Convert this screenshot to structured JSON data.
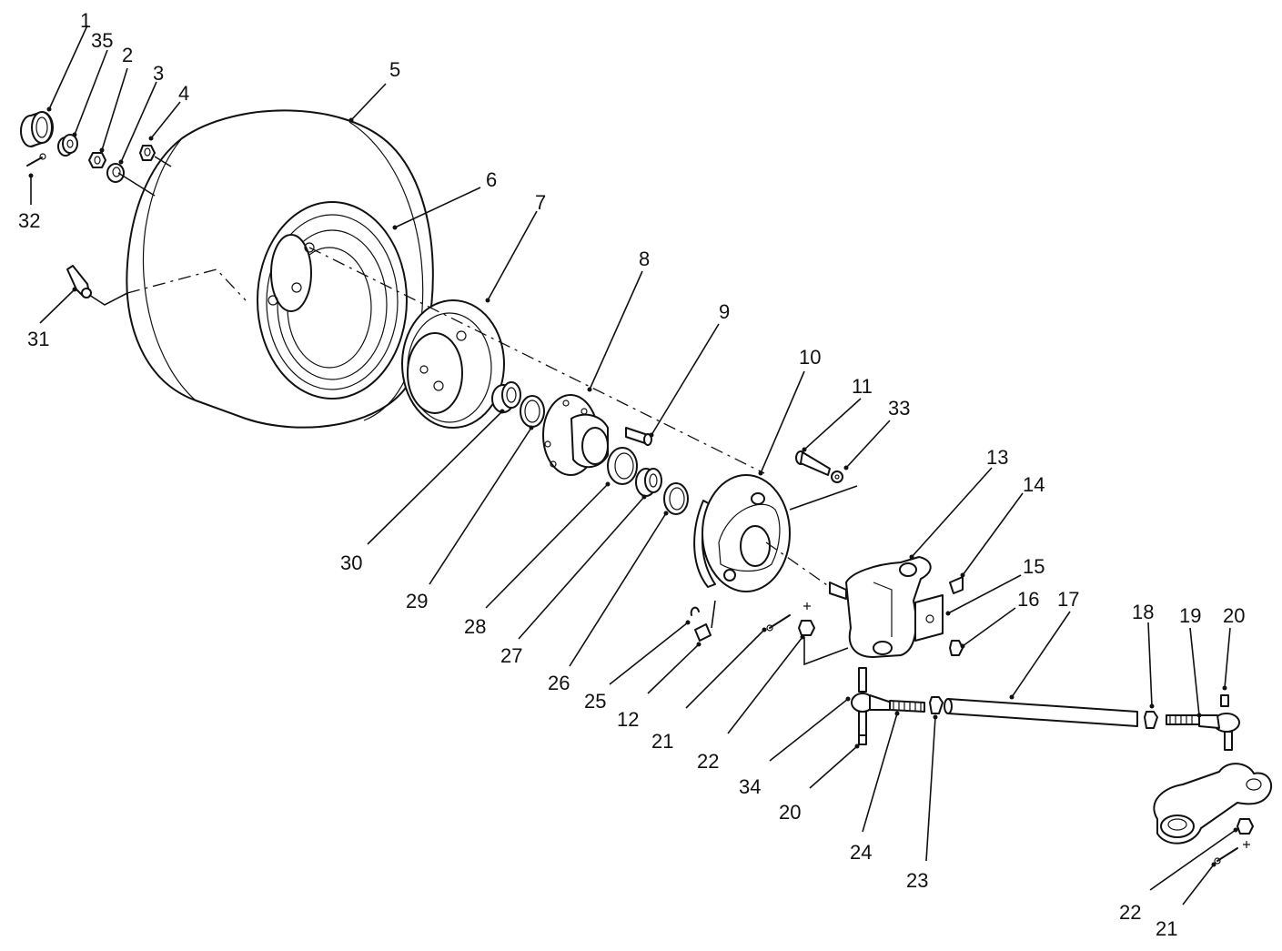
{
  "callouts": [
    {
      "id": "c1",
      "label": "1"
    },
    {
      "id": "c35",
      "label": "35"
    },
    {
      "id": "c2",
      "label": "2"
    },
    {
      "id": "c3",
      "label": "3"
    },
    {
      "id": "c4",
      "label": "4"
    },
    {
      "id": "c5",
      "label": "5"
    },
    {
      "id": "c32",
      "label": "32"
    },
    {
      "id": "c6",
      "label": "6"
    },
    {
      "id": "c7",
      "label": "7"
    },
    {
      "id": "c31",
      "label": "31"
    },
    {
      "id": "c8",
      "label": "8"
    },
    {
      "id": "c9",
      "label": "9"
    },
    {
      "id": "c10",
      "label": "10"
    },
    {
      "id": "c11",
      "label": "11"
    },
    {
      "id": "c33",
      "label": "33"
    },
    {
      "id": "c13",
      "label": "13"
    },
    {
      "id": "c14",
      "label": "14"
    },
    {
      "id": "c15",
      "label": "15"
    },
    {
      "id": "c16",
      "label": "16"
    },
    {
      "id": "c17",
      "label": "17"
    },
    {
      "id": "c18",
      "label": "18"
    },
    {
      "id": "c19",
      "label": "19"
    },
    {
      "id": "c20a",
      "label": "20"
    },
    {
      "id": "c30",
      "label": "30"
    },
    {
      "id": "c29",
      "label": "29"
    },
    {
      "id": "c28",
      "label": "28"
    },
    {
      "id": "c27",
      "label": "27"
    },
    {
      "id": "c26",
      "label": "26"
    },
    {
      "id": "c25",
      "label": "25"
    },
    {
      "id": "c12",
      "label": "12"
    },
    {
      "id": "c21a",
      "label": "21"
    },
    {
      "id": "c22a",
      "label": "22"
    },
    {
      "id": "c34",
      "label": "34"
    },
    {
      "id": "c20b",
      "label": "20"
    },
    {
      "id": "c24",
      "label": "24"
    },
    {
      "id": "c23",
      "label": "23"
    },
    {
      "id": "c22b",
      "label": "22"
    },
    {
      "id": "c21b",
      "label": "21"
    }
  ]
}
